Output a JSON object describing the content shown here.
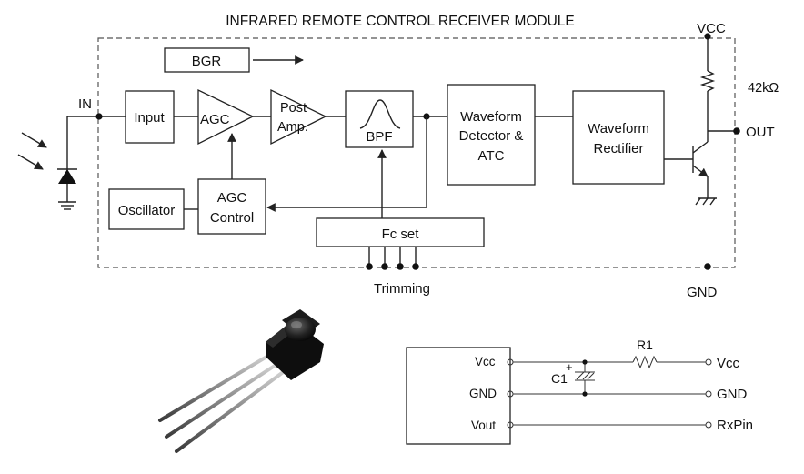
{
  "title": "INFRARED REMOTE CONTROL RECEIVER MODULE",
  "block_diagram": {
    "bgr": "BGR",
    "in_label": "IN",
    "input": "Input",
    "agc": "AGC",
    "post_amp_line1": "Post",
    "post_amp_line2": "Amp.",
    "bpf": "BPF",
    "wave_det_line1": "Waveform",
    "wave_det_line2": "Detector &",
    "wave_det_line3": "ATC",
    "wave_rect_line1": "Waveform",
    "wave_rect_line2": "Rectifier",
    "oscillator": "Oscillator",
    "agc_ctrl_line1": "AGC",
    "agc_ctrl_line2": "Control",
    "fc_set": "Fc set",
    "trimming": "Trimming",
    "vcc": "VCC",
    "resistor_value": "42kΩ",
    "out": "OUT",
    "gnd": "GND"
  },
  "schematic": {
    "vcc_pin": "Vcc",
    "gnd_pin": "GND",
    "vout_pin": "Vout",
    "r1": "R1",
    "c1": "C1",
    "plus": "+",
    "vcc_out": "Vcc",
    "gnd_out": "GND",
    "rx_out": "RxPin"
  }
}
